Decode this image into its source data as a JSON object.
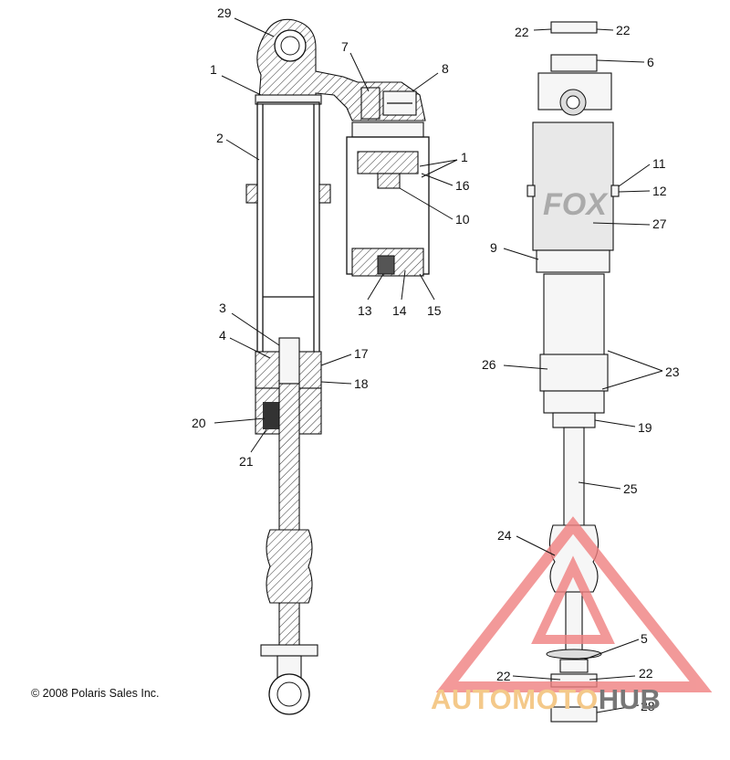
{
  "diagram": {
    "callouts": {
      "c29": "29",
      "c1a": "1",
      "c2": "2",
      "c7": "7",
      "c8": "8",
      "c1b": "1",
      "c16": "16",
      "c10": "10",
      "c13": "13",
      "c14": "14",
      "c15": "15",
      "c3": "3",
      "c4": "4",
      "c17": "17",
      "c18": "18",
      "c20": "20",
      "c21": "21",
      "c22a": "22",
      "c22b": "22",
      "c6": "6",
      "c11": "11",
      "c12": "12",
      "c27": "27",
      "c9": "9",
      "c26": "26",
      "c23": "23",
      "c19": "19",
      "c25": "25",
      "c24": "24",
      "c5": "5",
      "c22c": "22",
      "c22d": "22",
      "c28": "28"
    },
    "shock_label_text": "FOX",
    "copyright": "© 2008 Polaris Sales Inc."
  },
  "watermark": {
    "brand_part1": "AUTOMOTO",
    "brand_part2": "HUB",
    "colors": {
      "triangle": "#f08080",
      "brand_part1": "#f4c98a",
      "brand_part2": "#777777"
    }
  }
}
